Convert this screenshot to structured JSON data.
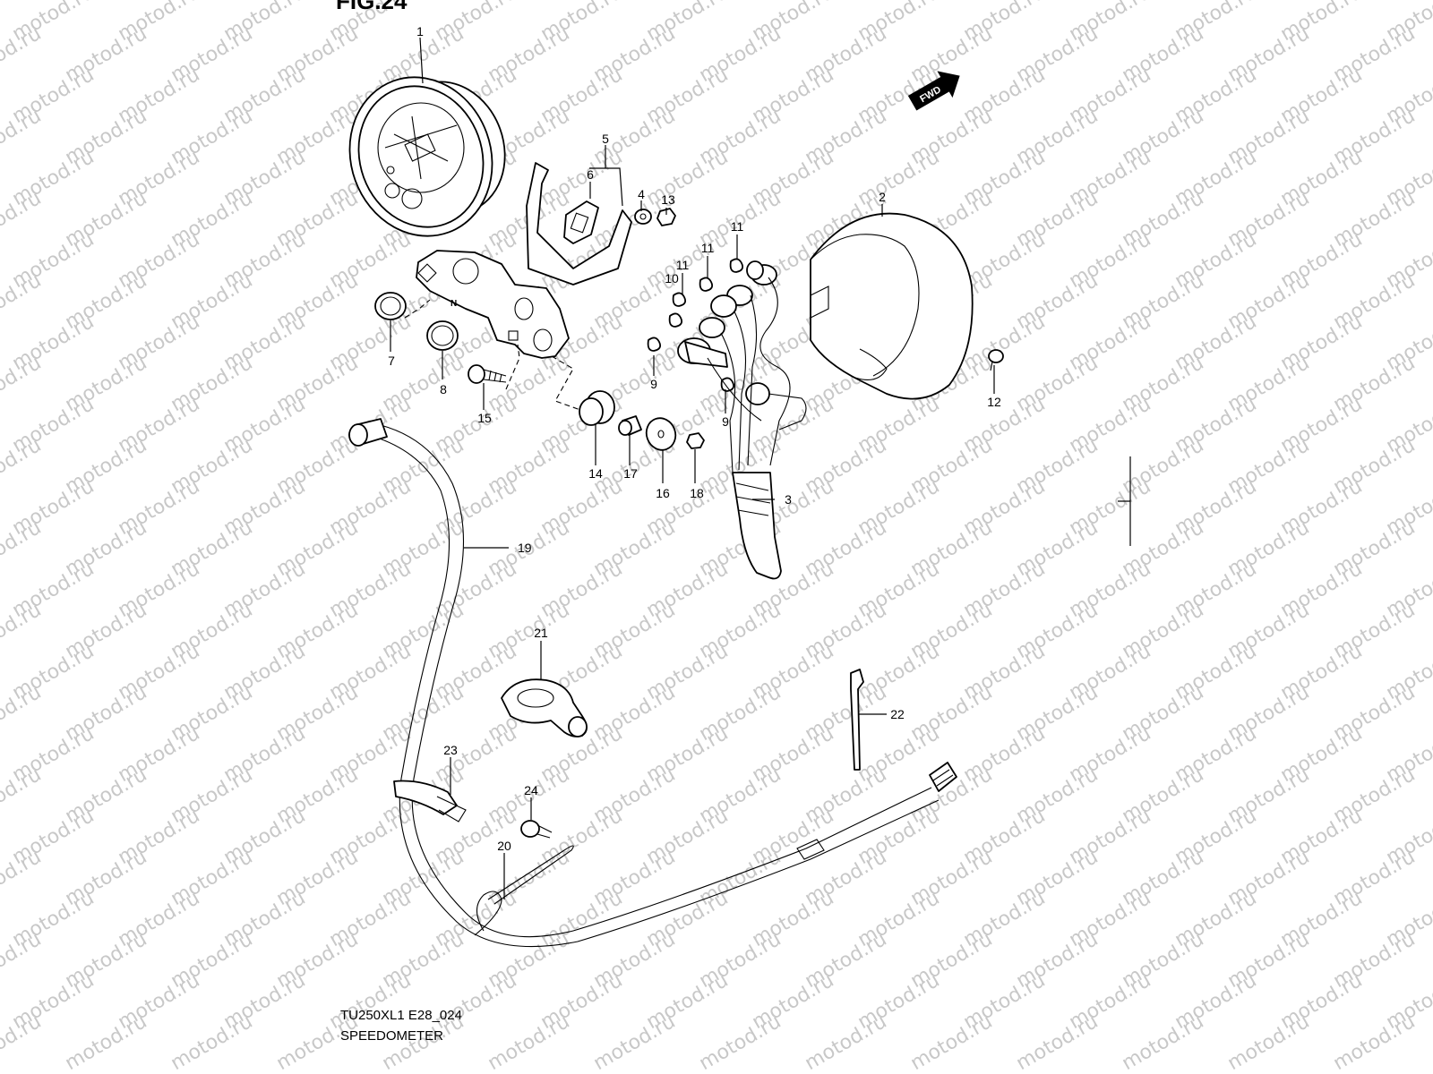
{
  "figure_title": "FIG.24",
  "watermark": "motod.ru",
  "forward_marker": "FWD",
  "callouts": [
    "1",
    "2",
    "3",
    "4",
    "5",
    "6",
    "7",
    "8",
    "9",
    "9",
    "10",
    "11",
    "11",
    "11",
    "12",
    "13",
    "14",
    "15",
    "16",
    "17",
    "18",
    "19",
    "20",
    "21",
    "22",
    "23",
    "24"
  ],
  "footer": {
    "model_code": "TU250XL1 E28_024",
    "caption": "SPEEDOMETER"
  }
}
